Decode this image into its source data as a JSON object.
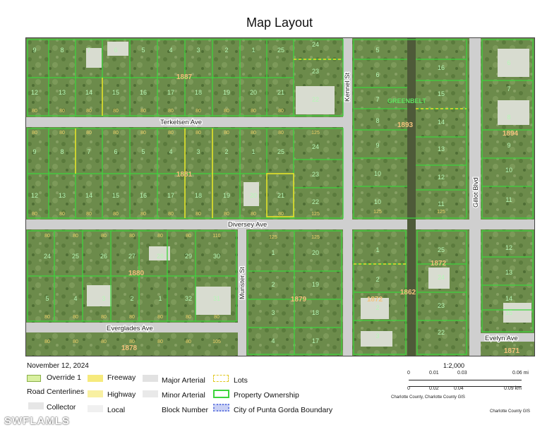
{
  "title": "Map Layout",
  "date": "November 12, 2024",
  "streets": {
    "terkelsen": "Terkelsen Ave",
    "diversey": "Diversey Ave",
    "everglades": "Everglades Ave",
    "kennel": "Kennel St",
    "munster": "Munster St",
    "gillot": "Gillot Blvd",
    "evelyn": "Evelyn Ave"
  },
  "map_labels": {
    "greenbelt": "GREENBELT",
    "blocks": [
      "1887",
      "1881",
      "1880",
      "1879",
      "1872",
      "1862",
      "1872",
      "1893",
      "1894",
      "1878",
      "1871"
    ]
  },
  "legend": {
    "override": "Override 1",
    "road_centerlines": "Road Centerlines",
    "collector": "Collector",
    "freeway": "Freeway",
    "highway": "Highway",
    "local": "Local",
    "major_arterial": "Major Arterial",
    "minor_arterial": "Minor Arterial",
    "block_number": "Block Number",
    "lots": "Lots",
    "property_ownership": "Property Ownership",
    "city_boundary": "City of Punta Gorda Boundary"
  },
  "scale": {
    "ratio": "1:2,000",
    "mi_ticks": [
      "0",
      "0.01",
      "0.03",
      "0.06 mi"
    ],
    "km_ticks": [
      "0",
      "0.02",
      "0.04",
      "0.09 km"
    ],
    "credit": "Charlotte County, Charlotte County GIS",
    "credit2": "Charlotte County GIS"
  },
  "watermark": "SWFLAMLS",
  "colors": {
    "parcel_line": "#3dd43d",
    "lot_line": "#e8e02a",
    "road": "#c9c9c9",
    "lot_number": "#b7f7b7",
    "frontage": "#f2d36b",
    "block_number": "#f3c27d"
  }
}
